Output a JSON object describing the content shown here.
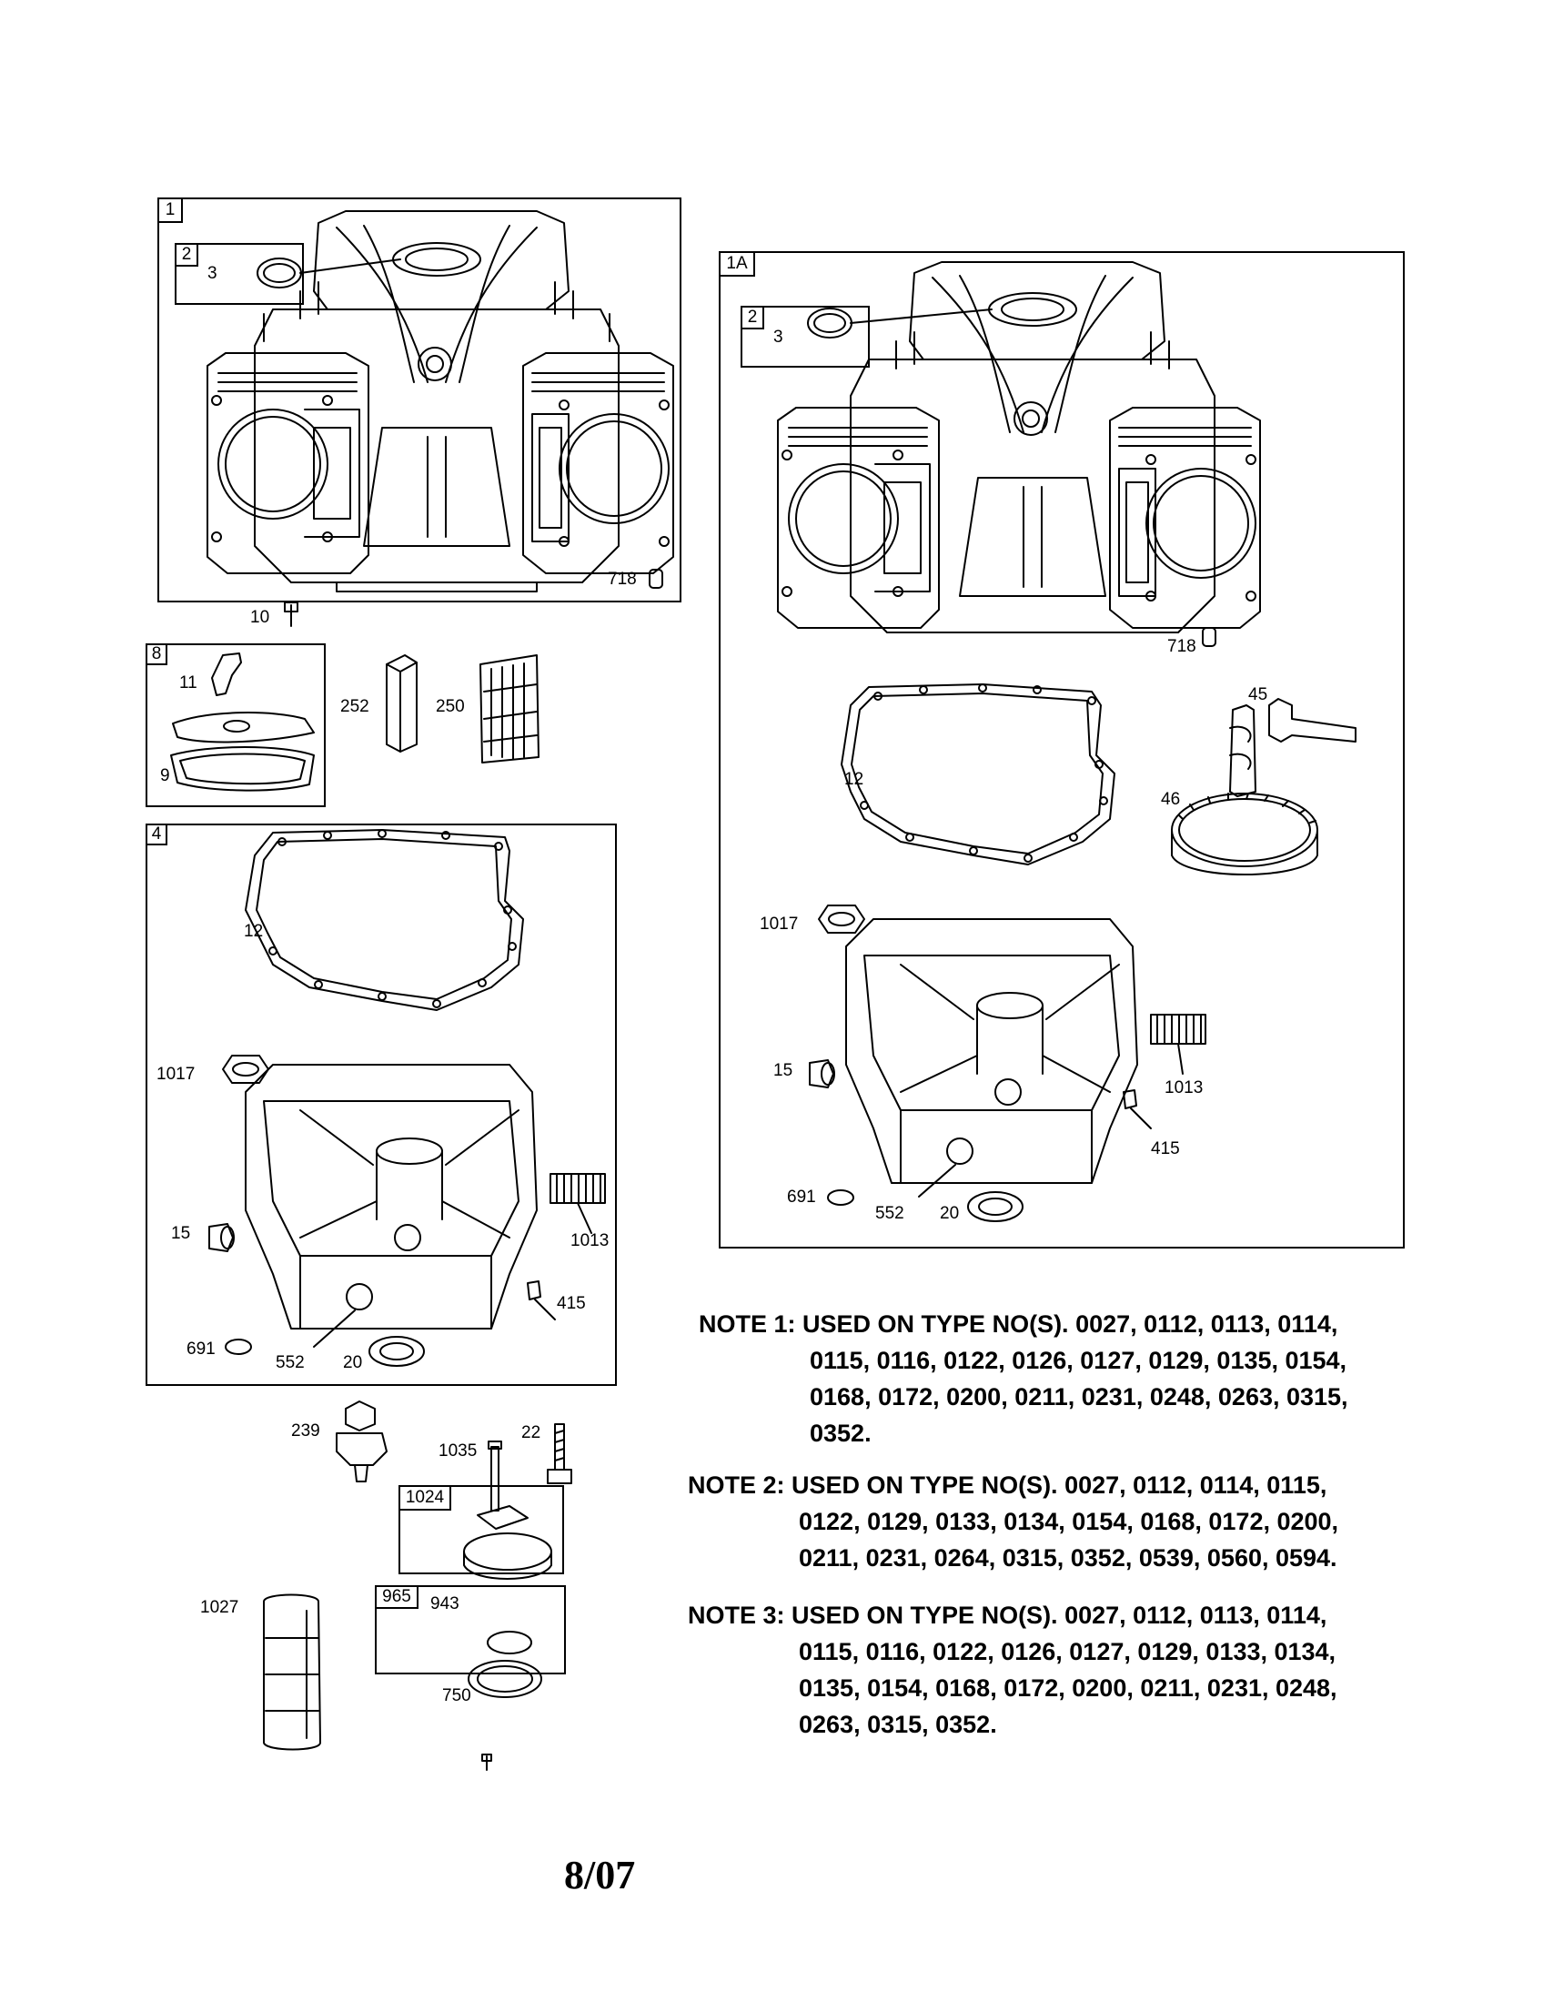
{
  "diagram": {
    "groups": {
      "g1": {
        "tag": "1"
      },
      "g2": {
        "tag": "2"
      },
      "g1a": {
        "tag": "1A"
      },
      "g2b": {
        "tag": "2"
      },
      "g8": {
        "tag": "8"
      },
      "g4": {
        "tag": "4"
      },
      "g1024": {
        "tag": "1024"
      },
      "g965": {
        "tag": "965"
      }
    },
    "callouts": {
      "c3a": "3",
      "c718a": "718",
      "c10": "10",
      "c11": "11",
      "c9": "9",
      "c252": "252",
      "c250": "250",
      "c12a": "12",
      "c1017a": "1017",
      "c15a": "15",
      "c1013a": "1013",
      "c415a": "415",
      "c691a": "691",
      "c552a": "552",
      "c20a": "20",
      "c239": "239",
      "c1035": "1035",
      "c22": "22",
      "c1027": "1027",
      "c943": "943",
      "c750": "750",
      "c3b": "3",
      "c718b": "718",
      "c45": "45",
      "c12b": "12",
      "c46": "46",
      "c1017b": "1017",
      "c15b": "15",
      "c1013b": "1013",
      "c415b": "415",
      "c691b": "691",
      "c552b": "552",
      "c20b": "20"
    }
  },
  "notes": [
    {
      "label": "NOTE 1:",
      "lines": [
        "USED ON TYPE NO(S). 0027, 0112, 0113, 0114,",
        "0115, 0116, 0122, 0126, 0127, 0129, 0135, 0154,",
        "0168, 0172, 0200, 0211, 0231, 0248, 0263, 0315,",
        "0352."
      ]
    },
    {
      "label": "NOTE 2:",
      "lines": [
        "USED ON TYPE NO(S). 0027, 0112, 0114, 0115,",
        "0122, 0129, 0133, 0134, 0154, 0168, 0172, 0200,",
        "0211, 0231, 0264, 0315, 0352, 0539, 0560, 0594."
      ]
    },
    {
      "label": "NOTE 3:",
      "lines": [
        "USED ON TYPE NO(S). 0027, 0112, 0113, 0114,",
        "0115, 0116, 0122, 0126, 0127, 0129, 0133, 0134,",
        "0135, 0154, 0168, 0172, 0200, 0211, 0231, 0248,",
        "0263, 0315, 0352."
      ]
    }
  ],
  "footer": {
    "date": "8/07"
  }
}
